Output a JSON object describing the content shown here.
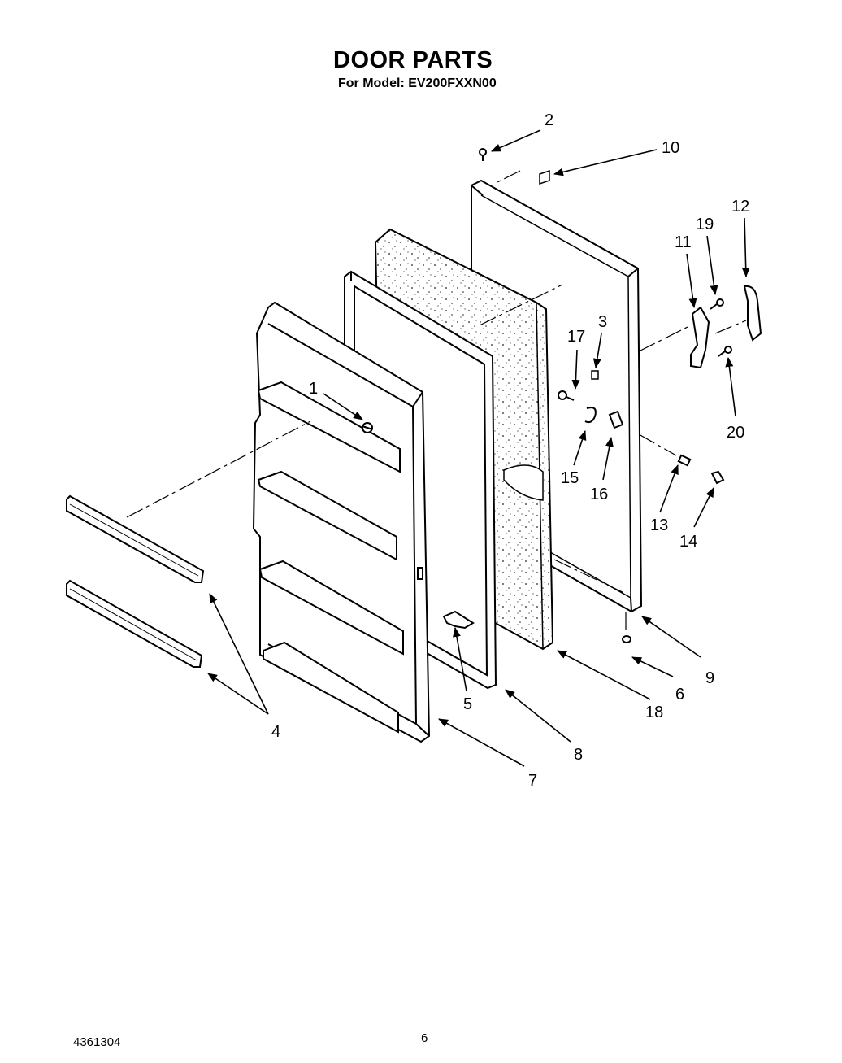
{
  "header": {
    "title": "DOOR PARTS",
    "subtitle": "For Model: EV200FXXN00"
  },
  "footer": {
    "doc_number": "4361304",
    "page_number": "6"
  },
  "callouts": [
    "1",
    "2",
    "3",
    "4",
    "5",
    "6",
    "7",
    "8",
    "9",
    "10",
    "11",
    "12",
    "13",
    "14",
    "15",
    "16",
    "17",
    "18",
    "19",
    "20"
  ]
}
